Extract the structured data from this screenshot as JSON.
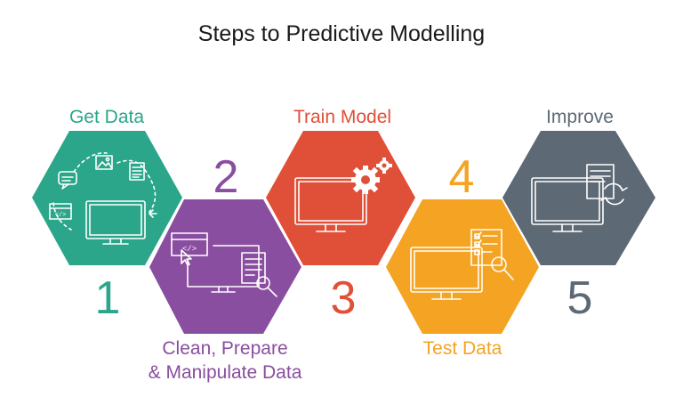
{
  "title": "Steps to Predictive Modelling",
  "colors": {
    "step1": "#2ba68a",
    "step2": "#8a4ea0",
    "step3": "#e04f37",
    "step4": "#f4a322",
    "step5": "#5d6975"
  },
  "steps": [
    {
      "number": "1",
      "label": "Get Data",
      "icons": [
        "document-icon",
        "image-icon",
        "newspaper-icon",
        "chat-icon",
        "code-icon",
        "monitor-icon"
      ]
    },
    {
      "number": "2",
      "label_line1": "Clean, Prepare",
      "label_line2": "& Manipulate Data",
      "icons": [
        "code-window-icon",
        "cursor-icon",
        "monitor-icon",
        "form-icon",
        "magnifier-icon"
      ]
    },
    {
      "number": "3",
      "label": "Train Model",
      "icons": [
        "monitor-icon",
        "gear-icon"
      ]
    },
    {
      "number": "4",
      "label": "Test Data",
      "icons": [
        "monitor-icon",
        "checklist-icon",
        "magnifier-icon"
      ]
    },
    {
      "number": "5",
      "label": "Improve",
      "icons": [
        "monitor-icon",
        "document-icon",
        "refresh-icon"
      ]
    }
  ]
}
